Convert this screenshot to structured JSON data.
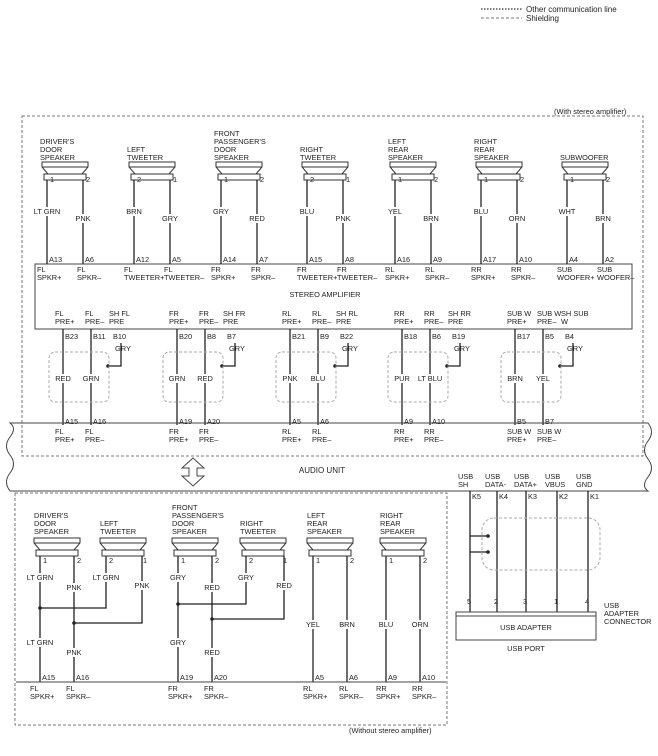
{
  "legend": {
    "comm": "Other communication line",
    "shield": "Shielding"
  },
  "with_amp_note": "(With stereo amplifier)",
  "without_amp_note": "(Without stereo amplifier)",
  "amp": {
    "name": "STEREO AMPLIFIER",
    "speakers": [
      {
        "n": [
          "DRIVER'S",
          "DOOR",
          "SPEAKER"
        ],
        "p1": "1",
        "p2": "2",
        "c1": "LT GRN",
        "c2": "PNK",
        "pin1": "A13",
        "pin2": "A6",
        "t1": [
          "FL",
          "SPKR+"
        ],
        "t2": [
          "FL",
          "SPKR–"
        ]
      },
      {
        "n": [
          "LEFT",
          "TWEETER"
        ],
        "p1": "2",
        "p2": "1",
        "c1": "BRN",
        "c2": "GRY",
        "pin1": "A12",
        "pin2": "A5",
        "t1": [
          "FL",
          "TWEETER+"
        ],
        "t2": [
          "FL",
          "TWEETER–"
        ]
      },
      {
        "n": [
          "FRONT",
          "PASSENGER'S",
          "DOOR",
          "SPEAKER"
        ],
        "p1": "1",
        "p2": "2",
        "c1": "GRY",
        "c2": "RED",
        "pin1": "A14",
        "pin2": "A7",
        "t1": [
          "FR",
          "SPKR+"
        ],
        "t2": [
          "FR",
          "SPKR–"
        ]
      },
      {
        "n": [
          "RIGHT",
          "TWEETER"
        ],
        "p1": "2",
        "p2": "1",
        "c1": "BLU",
        "c2": "PNK",
        "pin1": "A15",
        "pin2": "A8",
        "t1": [
          "FR",
          "TWEETER+"
        ],
        "t2": [
          "FR",
          "TWEETER–"
        ]
      },
      {
        "n": [
          "LEFT",
          "REAR",
          "SPEAKER"
        ],
        "p1": "1",
        "p2": "2",
        "c1": "YEL",
        "c2": "BRN",
        "pin1": "A16",
        "pin2": "A9",
        "t1": [
          "RL",
          "SPKR+"
        ],
        "t2": [
          "RL",
          "SPKR–"
        ]
      },
      {
        "n": [
          "RIGHT",
          "REAR",
          "SPEAKER"
        ],
        "p1": "1",
        "p2": "2",
        "c1": "BLU",
        "c2": "ORN",
        "pin1": "A17",
        "pin2": "A10",
        "t1": [
          "RR",
          "SPKR+"
        ],
        "t2": [
          "RR",
          "SPKR–"
        ]
      },
      {
        "n": [
          "SUBWOOFER"
        ],
        "p1": "1",
        "p2": "2",
        "c1": "WHT",
        "c2": "BRN",
        "pin1": "A4",
        "pin2": "A2",
        "t1": [
          "SUB",
          "WOOFER+"
        ],
        "t2": [
          "SUB",
          "WOOFER–"
        ]
      }
    ],
    "pre_groups": [
      {
        "l1": [
          "FL",
          "PRE+"
        ],
        "l2": [
          "FL",
          "PRE–"
        ],
        "ls": [
          "SH FL",
          "PRE"
        ],
        "b1": "B23",
        "b2": "B11",
        "bs": "B10",
        "cs": "GRY",
        "c1": "RED",
        "c2": "GRN",
        "a1": "A15",
        "a2": "A16",
        "u1": [
          "FL",
          "PRE+"
        ],
        "u2": [
          "FL",
          "PRE–"
        ]
      },
      {
        "l1": [
          "FR",
          "PRE+"
        ],
        "l2": [
          "FR",
          "PRE–"
        ],
        "ls": [
          "SH FR",
          "PRE"
        ],
        "b1": "B20",
        "b2": "B8",
        "bs": "B7",
        "cs": "GRY",
        "c1": "GRN",
        "c2": "RED",
        "a1": "A19",
        "a2": "A20",
        "u1": [
          "FR",
          "PRE+"
        ],
        "u2": [
          "FR",
          "PRE–"
        ]
      },
      {
        "l1": [
          "RL",
          "PRE+"
        ],
        "l2": [
          "RL",
          "PRE–"
        ],
        "ls": [
          "SH RL",
          "PRE"
        ],
        "b1": "B21",
        "b2": "B9",
        "bs": "B22",
        "cs": "GRY",
        "c1": "PNK",
        "c2": "BLU",
        "a1": "A5",
        "a2": "A6",
        "u1": [
          "RL",
          "PRE+"
        ],
        "u2": [
          "RL",
          "PRE–"
        ]
      },
      {
        "l1": [
          "RR",
          "PRE+"
        ],
        "l2": [
          "RR",
          "PRE–"
        ],
        "ls": [
          "SH RR",
          "PRE"
        ],
        "b1": "B18",
        "b2": "B6",
        "bs": "B19",
        "cs": "GRY",
        "c1": "PUR",
        "c2": "LT BLU",
        "a1": "A9",
        "a2": "A10",
        "u1": [
          "RR",
          "PRE+"
        ],
        "u2": [
          "RR",
          "PRE–"
        ]
      },
      {
        "l1": [
          "SUB W",
          "PRE+"
        ],
        "l2": [
          "SUB W",
          "PRE–"
        ],
        "ls": [
          "SH SUB",
          "W"
        ],
        "b1": "B17",
        "b2": "B5",
        "bs": "B4",
        "cs": "GRY",
        "c1": "BRN",
        "c2": "YEL",
        "a1": "B5",
        "a2": "B7",
        "u1": [
          "SUB W",
          "PRE+"
        ],
        "u2": [
          "SUB W",
          "PRE–"
        ]
      }
    ]
  },
  "audio_unit": "AUDIO UNIT",
  "usb": {
    "terms": [
      {
        "l": [
          "USB",
          "SH"
        ],
        "pin": "K5",
        "cpin": "5"
      },
      {
        "l": [
          "USB",
          "DATA-"
        ],
        "pin": "K4",
        "cpin": "2"
      },
      {
        "l": [
          "USB",
          "DATA+"
        ],
        "pin": "K3",
        "cpin": "3"
      },
      {
        "l": [
          "USB",
          "VBUS"
        ],
        "pin": "K2",
        "cpin": "1"
      },
      {
        "l": [
          "USB",
          "GND"
        ],
        "pin": "K1",
        "cpin": "4"
      }
    ],
    "adapter": "USB ADAPTER",
    "connector": [
      "USB",
      "ADAPTER",
      "CONNECTOR"
    ],
    "port": "USB PORT"
  },
  "noamp": {
    "speakers": [
      {
        "n": [
          "DRIVER'S",
          "DOOR",
          "SPEAKER"
        ],
        "p1": "1",
        "p2": "2",
        "c1": "LT GRN",
        "c2": "PNK"
      },
      {
        "n": [
          "LEFT",
          "TWEETER"
        ],
        "p1": "2",
        "p2": "1",
        "c1": "LT GRN",
        "c2": "PNK"
      },
      {
        "n": [
          "FRONT",
          "PASSENGER'S",
          "DOOR",
          "SPEAKER"
        ],
        "p1": "1",
        "p2": "2",
        "c1": "GRY",
        "c2": "RED"
      },
      {
        "n": [
          "RIGHT",
          "TWEETER"
        ],
        "p1": "2",
        "p2": "1",
        "c1": "GRY",
        "c2": "RED"
      },
      {
        "n": [
          "LEFT",
          "REAR",
          "SPEAKER"
        ],
        "p1": "1",
        "p2": "2",
        "c1": "YEL",
        "c2": "BRN"
      },
      {
        "n": [
          "RIGHT",
          "REAR",
          "SPEAKER"
        ],
        "p1": "1",
        "p2": "2",
        "c1": "BLU",
        "c2": "ORN"
      }
    ],
    "trunk": [
      {
        "c1": "LT GRN",
        "c2": "PNK",
        "pin1": "A15",
        "pin2": "A16",
        "t1": [
          "FL",
          "SPKR+"
        ],
        "t2": [
          "FL",
          "SPKR–"
        ]
      },
      {
        "c1": "GRY",
        "c2": "RED",
        "pin1": "A19",
        "pin2": "A20",
        "t1": [
          "FR",
          "SPKR+"
        ],
        "t2": [
          "FR",
          "SPKR–"
        ]
      },
      {
        "pin1": "A5",
        "pin2": "A6",
        "t1": [
          "RL",
          "SPKR+"
        ],
        "t2": [
          "RL",
          "SPKR–"
        ]
      },
      {
        "pin1": "A9",
        "pin2": "A10",
        "t1": [
          "RR",
          "SPKR+"
        ],
        "t2": [
          "RR",
          "SPKR–"
        ]
      }
    ]
  }
}
